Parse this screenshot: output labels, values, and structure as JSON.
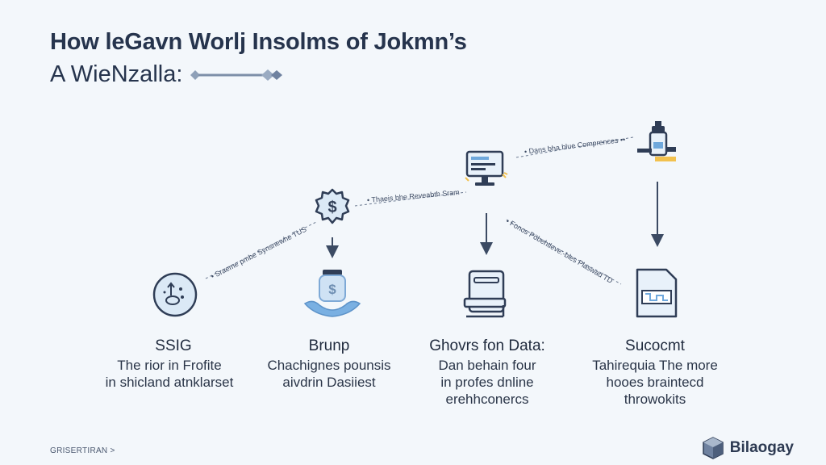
{
  "header": {
    "title": "How leGavn Worlj Insolms of Jokmn’s",
    "subtitle": "A WieNzalla:"
  },
  "connectors": [
    {
      "label": "• Dans bha blue Comprences ••"
    },
    {
      "label": "• Thaeis bhe Reveabth Sram"
    },
    {
      "label": "• Sraeme pmbe Synsnewhe TUS"
    },
    {
      "label": "• Fonos Pöbehtleve:-bles Plaswad TD"
    }
  ],
  "columns": [
    {
      "title": "SSIG",
      "desc_lines": [
        "The rior in Frofite",
        "in shicland atnklarset"
      ]
    },
    {
      "title": "Brunp",
      "desc_lines": [
        "Chachignes pounsis",
        "aivdrin Dasiiest"
      ]
    },
    {
      "title": "Ghovrs fon Data:",
      "desc_lines": [
        "Dan behain four",
        "in profes dnline",
        "erehhconercs"
      ]
    },
    {
      "title": "Sucocmt",
      "desc_lines": [
        "Tahirequia The more",
        "hooes braintecd",
        "throwokits"
      ]
    }
  ],
  "footer": {
    "left_text": "GRISERTIRAN >",
    "brand_name": "Bilaogay"
  },
  "colors": {
    "accent_blue": "#6fa8dc",
    "dark_navy": "#26344d",
    "bg": "#f3f7fb",
    "gold": "#f2c14e"
  }
}
